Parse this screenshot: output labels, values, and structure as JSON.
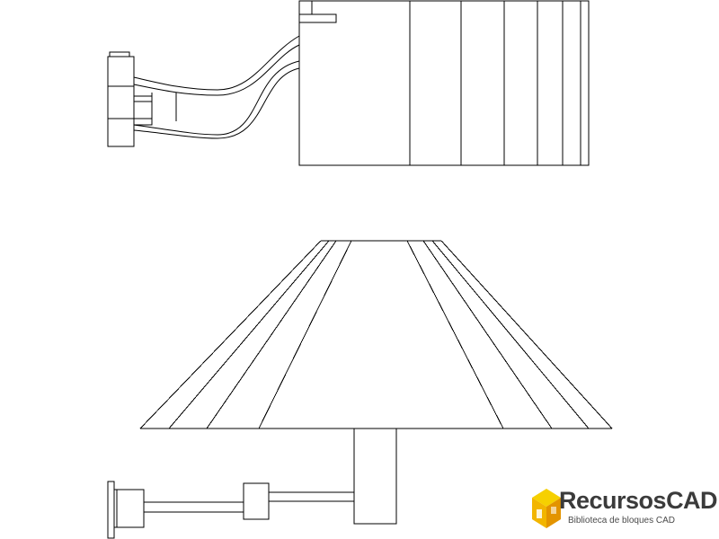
{
  "logo": {
    "name_part1": "Recursos",
    "name_part2": "CAD",
    "tagline": "Biblioteca de bloques CAD",
    "colors": {
      "cube_top": "#f6d000",
      "cube_left": "#f2b500",
      "cube_right": "#e39400",
      "text": "#3b3b3b"
    }
  },
  "colors": {
    "line": "#000000",
    "background": "#ffffff"
  }
}
